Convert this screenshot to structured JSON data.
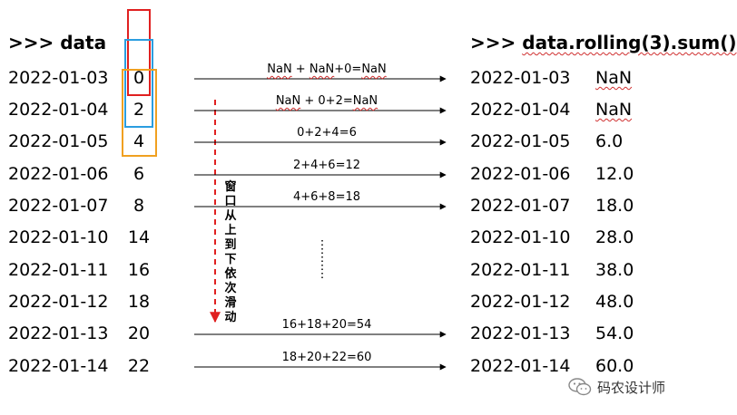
{
  "left": {
    "header": ">>> data",
    "rows": [
      {
        "date": "2022-01-03",
        "value": "0"
      },
      {
        "date": "2022-01-04",
        "value": "2"
      },
      {
        "date": "2022-01-05",
        "value": "4"
      },
      {
        "date": "2022-01-06",
        "value": "6"
      },
      {
        "date": "2022-01-07",
        "value": "8"
      },
      {
        "date": "2022-01-10",
        "value": "14"
      },
      {
        "date": "2022-01-11",
        "value": "16"
      },
      {
        "date": "2022-01-12",
        "value": "18"
      },
      {
        "date": "2022-01-13",
        "value": "20"
      },
      {
        "date": "2022-01-14",
        "value": "22"
      }
    ]
  },
  "right": {
    "header": ">>> data.rolling(3).sum()",
    "rows": [
      {
        "date": "2022-01-03",
        "value": "NaN"
      },
      {
        "date": "2022-01-04",
        "value": "NaN"
      },
      {
        "date": "2022-01-05",
        "value": "6.0"
      },
      {
        "date": "2022-01-06",
        "value": "12.0"
      },
      {
        "date": "2022-01-07",
        "value": "18.0"
      },
      {
        "date": "2022-01-10",
        "value": "28.0"
      },
      {
        "date": "2022-01-11",
        "value": "38.0"
      },
      {
        "date": "2022-01-12",
        "value": "48.0"
      },
      {
        "date": "2022-01-13",
        "value": "54.0"
      },
      {
        "date": "2022-01-14",
        "value": "60.0"
      }
    ]
  },
  "arrows": [
    {
      "label": "NaN + NaN+0=NaN"
    },
    {
      "label": "NaN + 0+2=NaN"
    },
    {
      "label": "0+2+4=6"
    },
    {
      "label": "2+4+6=12"
    },
    {
      "label": "4+6+8=18"
    },
    {
      "label": "16+18+20=54"
    },
    {
      "label": "18+20+22=60"
    }
  ],
  "annotation": "窗口从上到下依次滑动",
  "watermark": {
    "text": "码农设计师",
    "icon": "wechat-icon"
  },
  "colors": {
    "window1": "#e02020",
    "window2": "#2b9de0",
    "window3": "#f0a020",
    "dashed_arrow": "#e02020",
    "arrow": "#000000"
  }
}
